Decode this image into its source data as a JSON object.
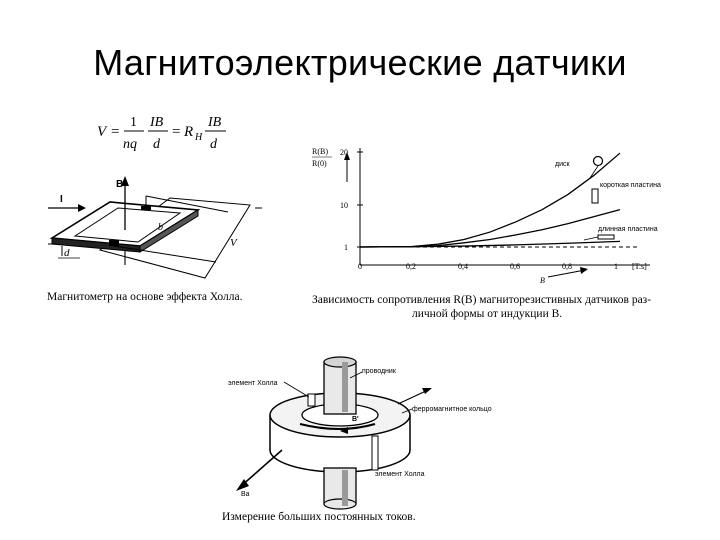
{
  "slide": {
    "title": "Магнитоэлектрические датчики"
  },
  "formula": {
    "v": "V",
    "eq1": "=",
    "num1": "1",
    "den1": "nq",
    "num2": "IB",
    "den2": "d",
    "eq2": "=",
    "rh": "R",
    "rh_sub": "H",
    "num3": "IB",
    "den3": "d"
  },
  "hall_figure": {
    "label_b": "B",
    "label_i": "I",
    "label_b_small": "b",
    "label_v": "V",
    "label_d": "d",
    "caption": "Магнитометр на основе эффекта Холла."
  },
  "chart_data": {
    "type": "line",
    "ylabel_top": "R(B)",
    "ylabel_bottom": "R(0)",
    "xlabel": "B",
    "x_unit": "[T.s]",
    "x_ticks": [
      "0",
      "0,2",
      "0,4",
      "0,6",
      "0,8",
      "1"
    ],
    "y_ticks": [
      "1",
      "10",
      "20"
    ],
    "xlim": [
      0,
      1
    ],
    "series": [
      {
        "name": "диск",
        "x": [
          0,
          0.2,
          0.3,
          0.4,
          0.5,
          0.6,
          0.7,
          0.8,
          0.9,
          1.0
        ],
        "values": [
          1,
          1.1,
          1.6,
          2.6,
          4.2,
          6.4,
          9.0,
          12.0,
          15.6,
          19.8
        ]
      },
      {
        "name": "короткая пластина",
        "x": [
          0,
          0.2,
          0.3,
          0.4,
          0.5,
          0.6,
          0.7,
          0.8,
          0.9,
          1.0
        ],
        "values": [
          1,
          1.05,
          1.3,
          1.9,
          2.6,
          3.6,
          4.7,
          6.0,
          7.5,
          9.0
        ]
      },
      {
        "name": "длинная пластина",
        "x": [
          0,
          0.2,
          0.4,
          0.6,
          0.8,
          1.0
        ],
        "values": [
          1,
          1.05,
          1.2,
          1.45,
          1.8,
          2.2
        ]
      }
    ],
    "caption_line1": "Зависимость сопротивления R(B) магниторезистивных датчиков раз-",
    "caption_line2": "личной формы от индукции B."
  },
  "current_figure": {
    "label_conductor": "проводник",
    "label_hall_top": "элемент Холла",
    "label_ring": "ферромагнитное кольцо",
    "label_hall_bottom": "элемент Холла",
    "label_b_field": "B'",
    "label_ba": "Bа",
    "caption": "Измерение больших постоянных токов."
  }
}
